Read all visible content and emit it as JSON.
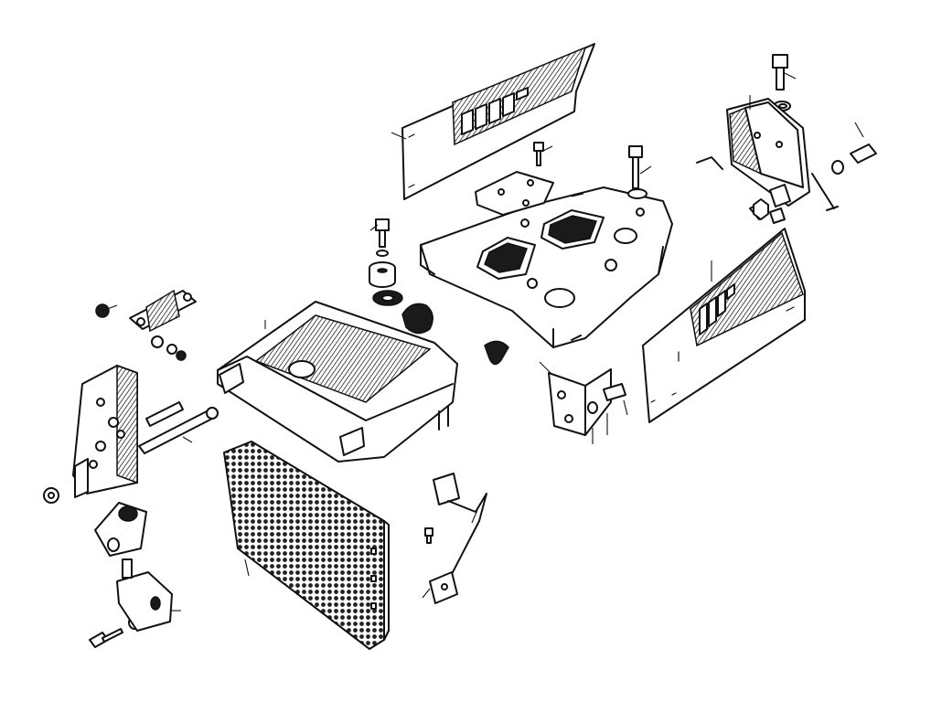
{
  "diagram": {
    "description_visible_text": "",
    "colors": {
      "ink": "#111111",
      "paper": "#ffffff"
    },
    "parts": [
      "upper-front-panel",
      "top-mounting-plate",
      "console-housing",
      "mesh-grille-panel",
      "right-side-panel",
      "right-bracket-housing",
      "left-upright-bracket",
      "hinge-bracket",
      "hinge-plate",
      "clip-bracket",
      "support-strut",
      "corner-bracket",
      "rubber-mounts",
      "bolts",
      "washers",
      "nuts"
    ]
  }
}
